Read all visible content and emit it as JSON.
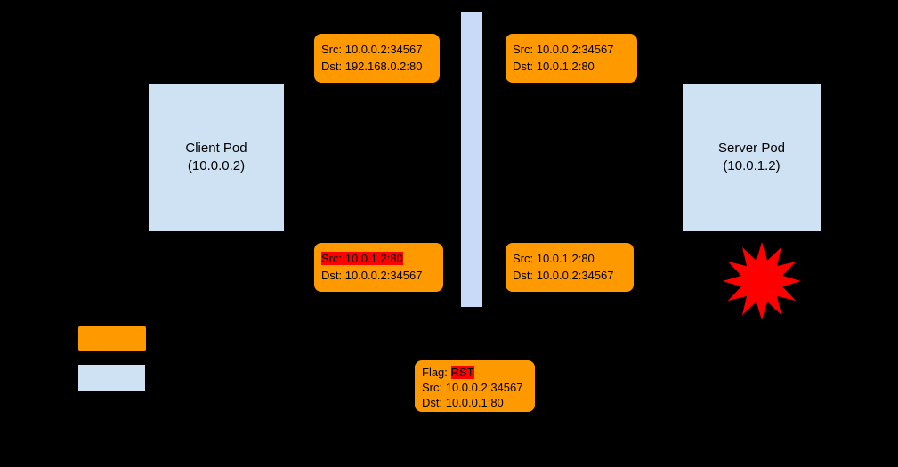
{
  "nodes": {
    "client_pod": {
      "name": "Client Pod",
      "ip": "(10.0.0.2)"
    },
    "server_pod": {
      "name": "Server Pod",
      "ip": "(10.0.1.2)"
    }
  },
  "packets": {
    "top_left": {
      "src": "Src: 10.0.0.2:34567",
      "dst": "Dst: 192.168.0.2:80"
    },
    "top_right": {
      "src": "Src: 10.0.0.2:34567",
      "dst": "Dst: 10.0.1.2:80"
    },
    "bottom_left": {
      "src": "Src: 10.0.1.2:80",
      "dst": "Dst: 10.0.0.2:34567"
    },
    "bottom_right": {
      "src": "Src: 10.0.1.2:80",
      "dst": "Dst: 10.0.0.2:34567"
    },
    "rst": {
      "flag_prefix": "Flag: ",
      "flag": "RST",
      "src": "Src: 10.0.0.2:34567",
      "dst": "Dst: 10.0.0.1:80"
    }
  },
  "colors": {
    "background": "#000000",
    "pod_fill": "#cfe2f3",
    "nat_bar_fill": "#c9daf8",
    "packet_fill": "#ff9900",
    "highlight_red": "#ff0000",
    "star_red": "#ff0000"
  }
}
